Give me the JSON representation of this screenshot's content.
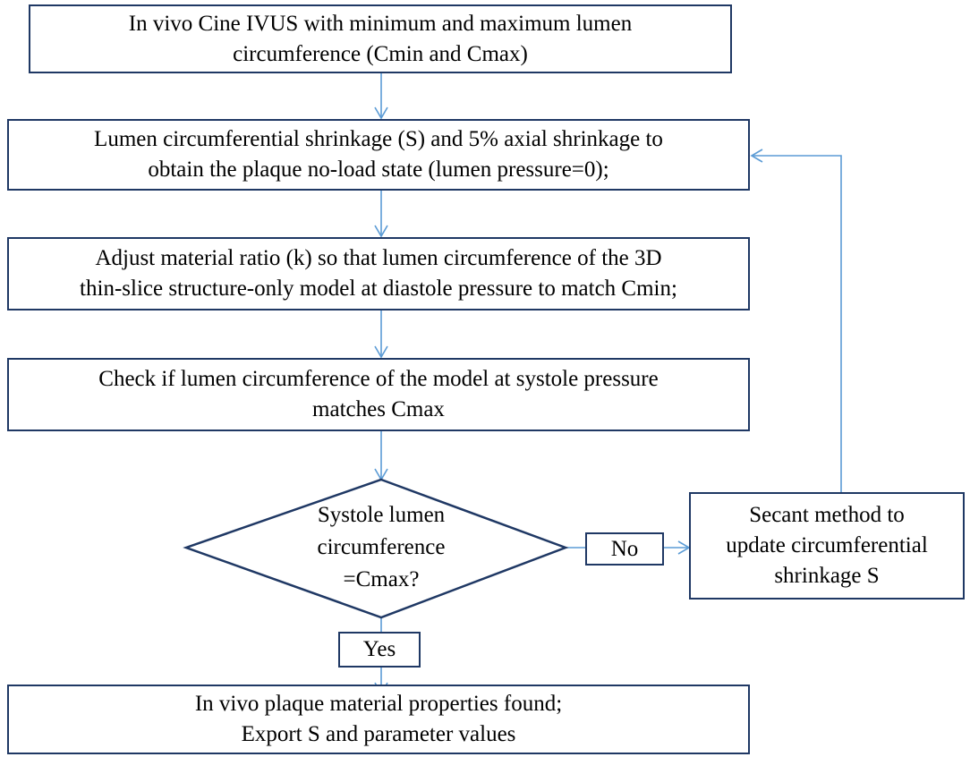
{
  "colors": {
    "box_border": "#1f3864",
    "arrow": "#5b9bd5",
    "background": "#ffffff",
    "text": "#000000"
  },
  "steps": {
    "step1": {
      "lines": [
        "In vivo Cine IVUS with minimum and maximum lumen",
        "circumference (Cmin and Cmax)"
      ]
    },
    "step2": {
      "lines": [
        "Lumen circumferential shrinkage (S) and 5% axial shrinkage to",
        "obtain the plaque no-load state (lumen pressure=0);"
      ]
    },
    "step3": {
      "lines": [
        "Adjust material ratio (k) so that lumen circumference of the 3D",
        "thin-slice structure-only model at diastole pressure to match Cmin;"
      ]
    },
    "step4": {
      "lines": [
        "Check if lumen circumference of the model at systole pressure",
        "matches Cmax"
      ]
    },
    "decision": {
      "lines": [
        "Systole lumen",
        "circumference",
        "=Cmax?"
      ]
    },
    "no_label": "No",
    "yes_label": "Yes",
    "secant": {
      "lines": [
        "Secant method to",
        "update circumferential",
        "shrinkage S"
      ]
    },
    "final": {
      "lines": [
        "In vivo plaque material properties found;",
        "Export S and parameter values"
      ]
    }
  }
}
